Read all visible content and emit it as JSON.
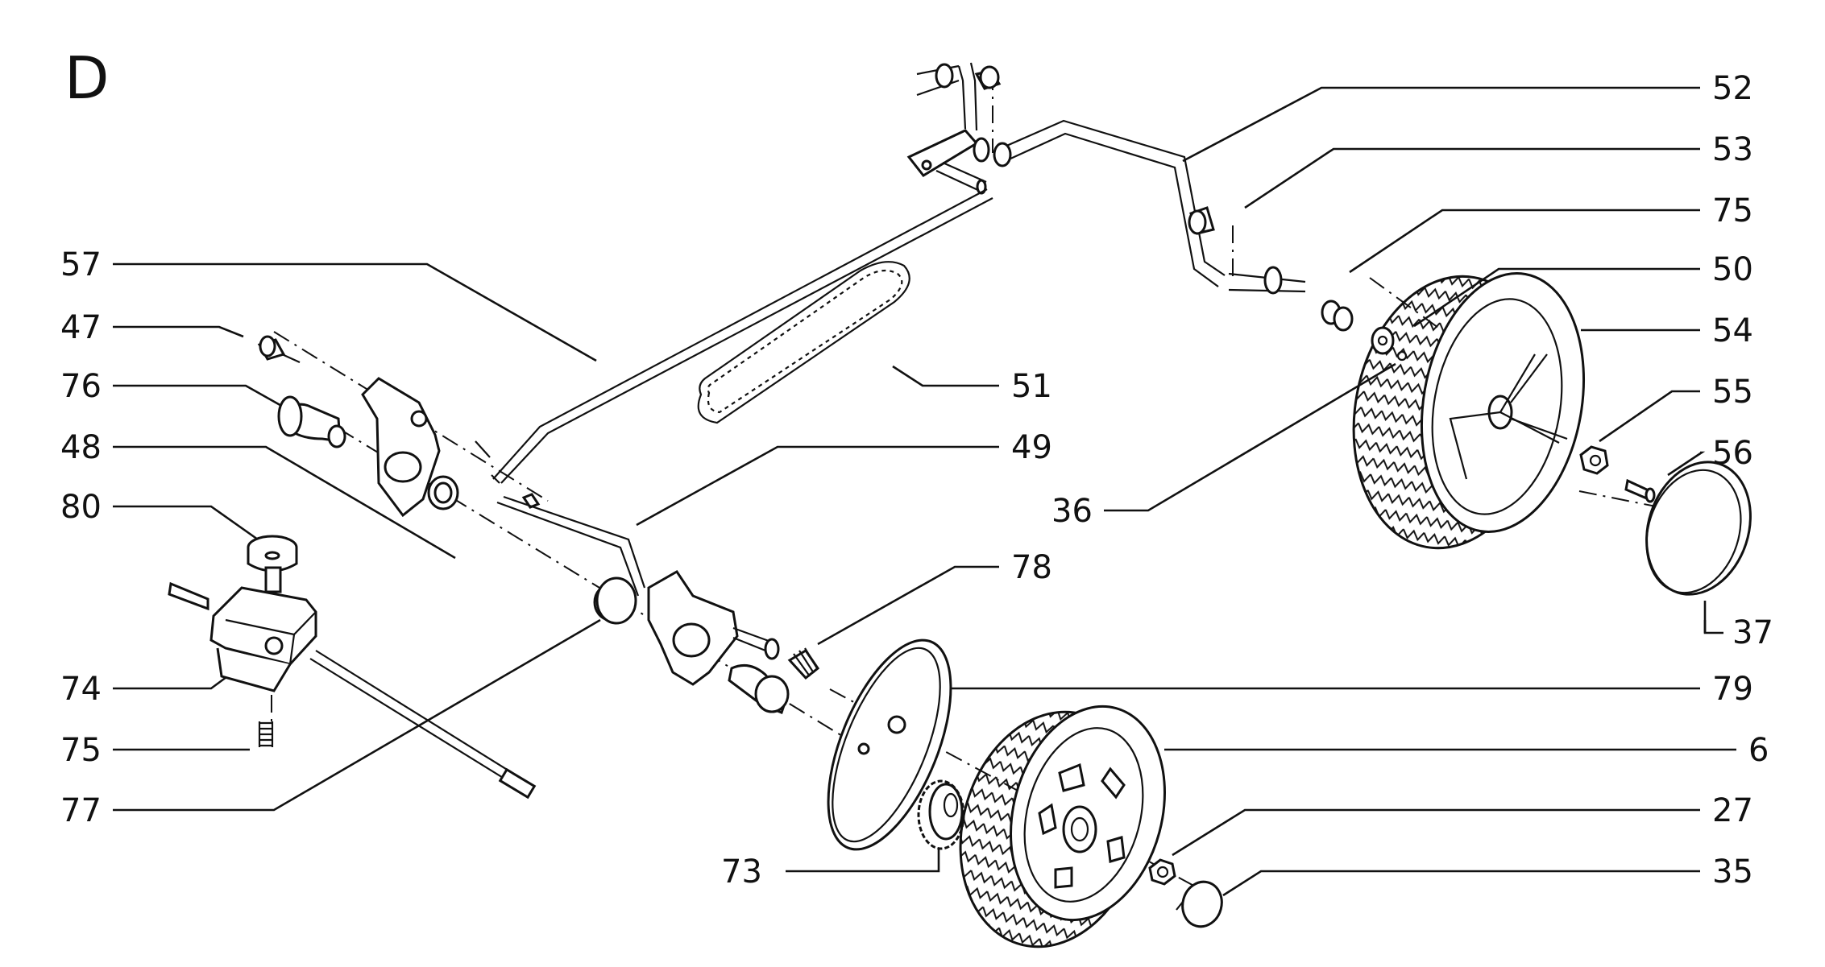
{
  "section_letter": "D",
  "callouts": [
    "52",
    "53",
    "75",
    "50",
    "54",
    "55",
    "56",
    "36",
    "37",
    "57",
    "47",
    "76",
    "51",
    "48",
    "49",
    "80",
    "78",
    "74",
    "75",
    "79",
    "77",
    "6",
    "27",
    "73",
    "35"
  ]
}
